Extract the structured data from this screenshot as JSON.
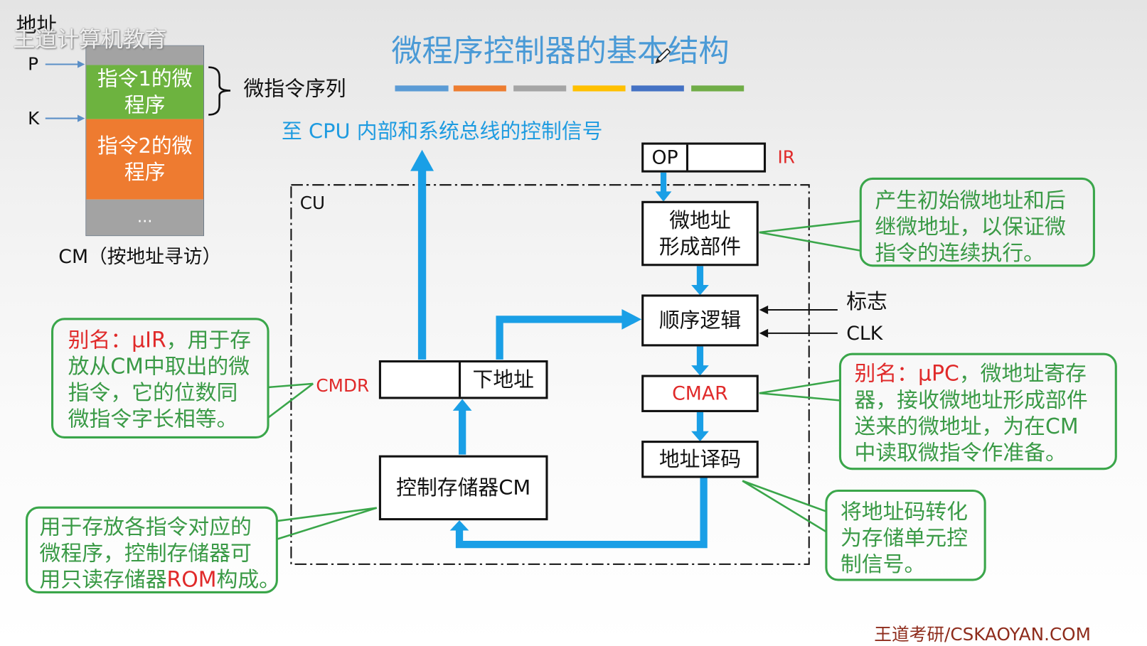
{
  "watermark": "王道计算机教育",
  "cm_panel": {
    "address_label": "地址",
    "pointer_p": "P",
    "pointer_k": "K",
    "segments": [
      {
        "lines": [
          "指令1的微",
          "程序"
        ],
        "color": "#6db33f"
      },
      {
        "lines": [
          "指令2的微",
          "程序"
        ],
        "color": "#ee7b30"
      },
      {
        "lines": [
          "..."
        ],
        "color": "#a3a3a3"
      }
    ],
    "top_color": "#a3a3a3",
    "brace_label": "微指令序列",
    "caption": "CM（按地址寻访）"
  },
  "title": "微程序控制器的基本结构",
  "title_bar_colors": [
    "#5b9bd5",
    "#ed7d31",
    "#a5a5a5",
    "#ffc000",
    "#4472c4",
    "#70ad47"
  ],
  "control_signal_label": "至 CPU 内部和系统总线的控制信号",
  "cu": {
    "label": "CU",
    "ir": {
      "op": "OP",
      "label": "IR"
    },
    "micro_address_unit": [
      "微地址",
      "形成部件"
    ],
    "sequence_logic": "顺序逻辑",
    "flag_input": "标志",
    "clk_input": "CLK",
    "cmar": "CMAR",
    "address_decoder": "地址译码",
    "cmdr": {
      "label": "CMDR",
      "next_address": "下地址"
    },
    "control_memory": "控制存储器CM"
  },
  "callouts": {
    "micro_address_unit": {
      "lines": [
        "产生初始微地址和后",
        "继微地址，以保证微",
        "指令的连续执行。"
      ]
    },
    "uir": {
      "alias": "别名：μIR",
      "lines": [
        "，用于存",
        "放从CM中取出的微",
        "指令，它的位数同",
        "微指令字长相等。"
      ]
    },
    "upc": {
      "alias": "别名：μPC",
      "lines": [
        "，微地址寄存",
        "器，接收微地址形成部件",
        "送来的微地址，为在CM",
        "中读取微指令作准备。"
      ]
    },
    "control_memory": {
      "lines": [
        "用于存放各指令对应的",
        "微程序，控制存储器可"
      ],
      "line3_before": "用只读存储器",
      "highlight": "ROM",
      "line3_after": "构成。"
    },
    "address_decoder": {
      "lines": [
        "将地址码转化",
        "为存储单元控",
        "制信号。"
      ]
    }
  },
  "footer": "王道考研/CSKAOYAN.COM",
  "colors": {
    "title": "#4a9ad6",
    "signal_arrow": "#1a9fe6",
    "callout_green": "#3aa64a",
    "highlight_red": "#e02a2a",
    "footer": "#8e2c1c"
  }
}
